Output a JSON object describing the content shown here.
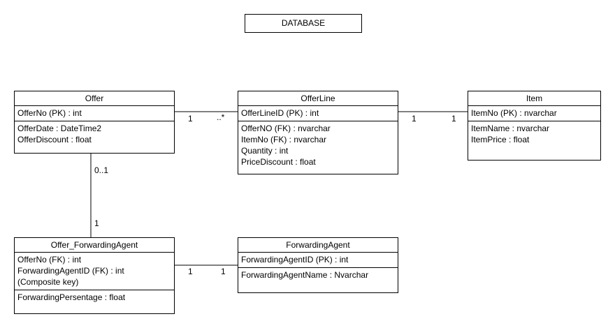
{
  "title": "DATABASE",
  "entities": {
    "offer": {
      "name": "Offer",
      "key_attrs": [
        "OfferNo (PK) : int"
      ],
      "other_attrs": [
        "OfferDate : DateTime2",
        "OfferDiscount : float"
      ]
    },
    "offer_line": {
      "name": "OfferLine",
      "key_attrs": [
        "OfferLineID (PK) : int"
      ],
      "other_attrs": [
        "OfferNO (FK) : nvarchar",
        "ItemNo (FK) : nvarchar",
        "Quantity : int",
        "PriceDiscount : float"
      ]
    },
    "item": {
      "name": "Item",
      "key_attrs": [
        "ItemNo (PK) : nvarchar"
      ],
      "other_attrs": [
        "ItemName : nvarchar",
        "ItemPrice : float"
      ]
    },
    "offer_forwarding_agent": {
      "name": "Offer_ForwardingAgent",
      "key_attrs": [
        "OfferNo (FK) : int",
        "ForwardingAgentID (FK) : int",
        "(Composite key)"
      ],
      "other_attrs": [
        "ForwardingPersentage : float"
      ]
    },
    "forwarding_agent": {
      "name": "ForwardingAgent",
      "key_attrs": [
        "ForwardingAgentID (PK) : int"
      ],
      "other_attrs": [
        "ForwardingAgentName : Nvarchar"
      ]
    }
  },
  "multiplicities": {
    "offer_offerline_from": "1",
    "offer_offerline_to": "..*",
    "offerline_item_from": "1",
    "offerline_item_to": "1",
    "offer_ofa_top": "0..1",
    "offer_ofa_bottom": "1",
    "ofa_fa_from": "1",
    "ofa_fa_to": "1"
  },
  "colors": {
    "line": "#000000",
    "background": "#ffffff"
  }
}
